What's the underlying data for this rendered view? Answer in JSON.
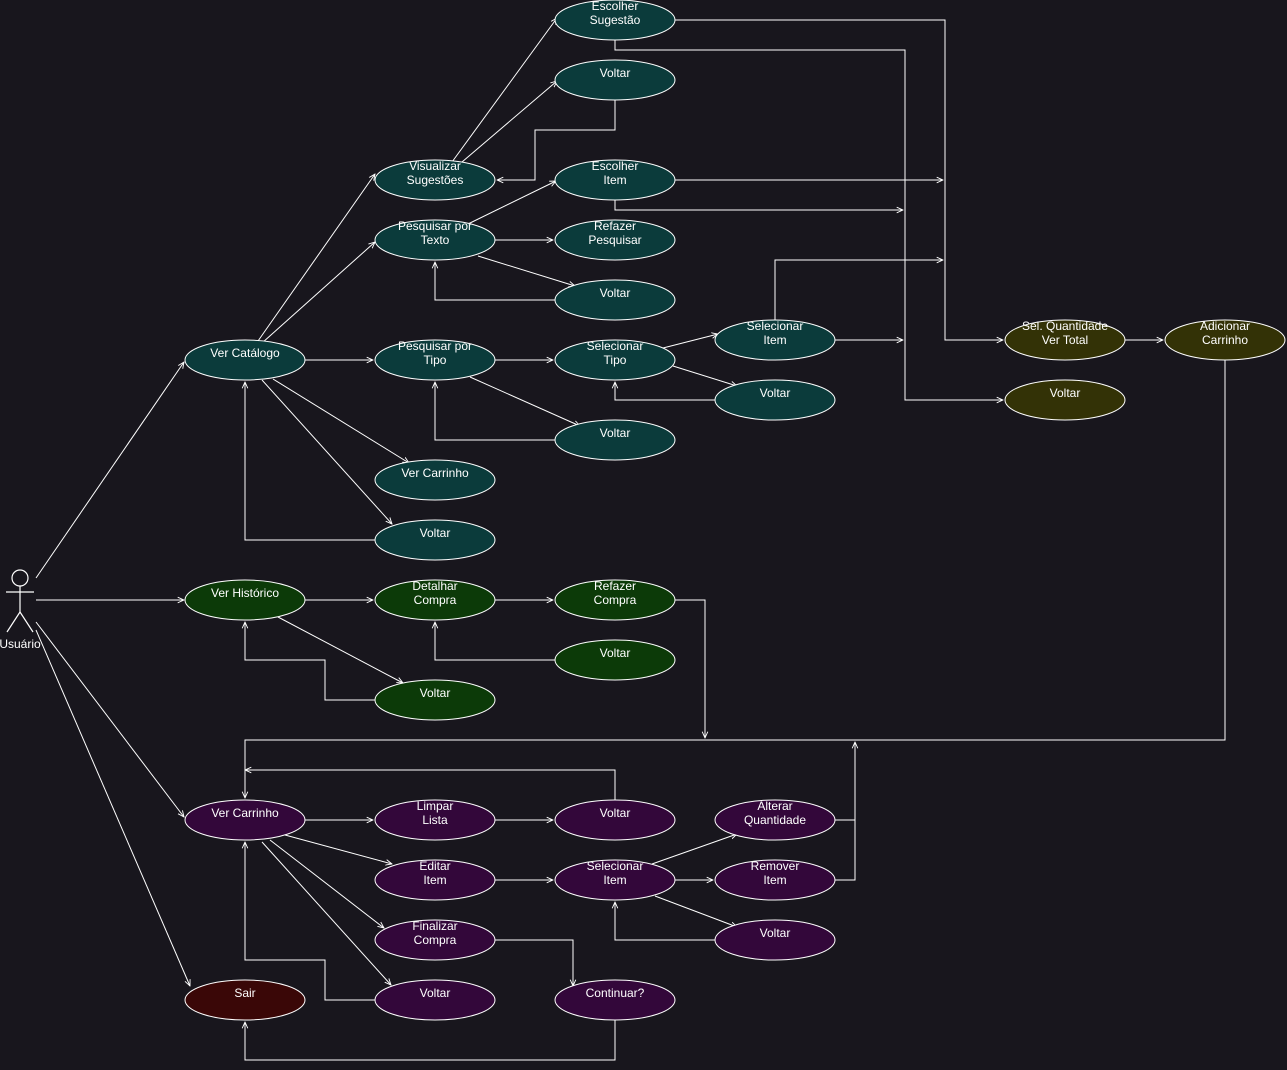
{
  "actor": {
    "label": "Usuário"
  },
  "colors": {
    "catalog": "#0b3b3b",
    "history": "#0c3a08",
    "cart": "#33073a",
    "quantity": "#333206",
    "exit": "#3a0707",
    "stroke": "#ffffff",
    "background": "#18161d"
  },
  "nodes": {
    "escolher_sugestao": [
      "Escolher",
      "Sugestão"
    ],
    "voltar_sugestao": [
      "Voltar"
    ],
    "visualizar_sugestoes": [
      "Visualizar",
      "Sugestões"
    ],
    "escolher_item": [
      "Escolher",
      "Item"
    ],
    "pesquisar_texto": [
      "Pesquisar por",
      "Texto"
    ],
    "refazer_pesquisar": [
      "Refazer",
      "Pesquisar"
    ],
    "voltar_texto": [
      "Voltar"
    ],
    "selecionar_item_tipo": [
      "Selecionar",
      "Item"
    ],
    "ver_catalogo": [
      "Ver Catálogo"
    ],
    "pesquisar_tipo": [
      "Pesquisar por",
      "Tipo"
    ],
    "selecionar_tipo": [
      "Selecionar",
      "Tipo"
    ],
    "voltar_selecionar_tipo": [
      "Voltar"
    ],
    "voltar_tipo": [
      "Voltar"
    ],
    "ver_carrinho_catalogo": [
      "Ver Carrinho"
    ],
    "voltar_catalogo": [
      "Voltar"
    ],
    "sel_quantidade": [
      "Sel. Quantidade",
      "Ver Total"
    ],
    "adicionar_carrinho": [
      "Adicionar",
      "Carrinho"
    ],
    "voltar_quantidade": [
      "Voltar"
    ],
    "ver_historico": [
      "Ver Histórico"
    ],
    "detalhar_compra": [
      "Detalhar",
      "Compra"
    ],
    "refazer_compra": [
      "Refazer",
      "Compra"
    ],
    "voltar_detalhar": [
      "Voltar"
    ],
    "voltar_historico": [
      "Voltar"
    ],
    "ver_carrinho": [
      "Ver Carrinho"
    ],
    "limpar_lista": [
      "Limpar",
      "Lista"
    ],
    "voltar_limpar": [
      "Voltar"
    ],
    "alterar_quantidade": [
      "Alterar",
      "Quantidade"
    ],
    "editar_item": [
      "Editar",
      "Item"
    ],
    "selecionar_item_carrinho": [
      "Selecionar",
      "Item"
    ],
    "remover_item": [
      "Remover",
      "Item"
    ],
    "voltar_selecionar_item": [
      "Voltar"
    ],
    "finalizar_compra": [
      "Finalizar",
      "Compra"
    ],
    "sair": [
      "Sair"
    ],
    "voltar_carrinho": [
      "Voltar"
    ],
    "continuar": [
      "Continuar?"
    ]
  }
}
